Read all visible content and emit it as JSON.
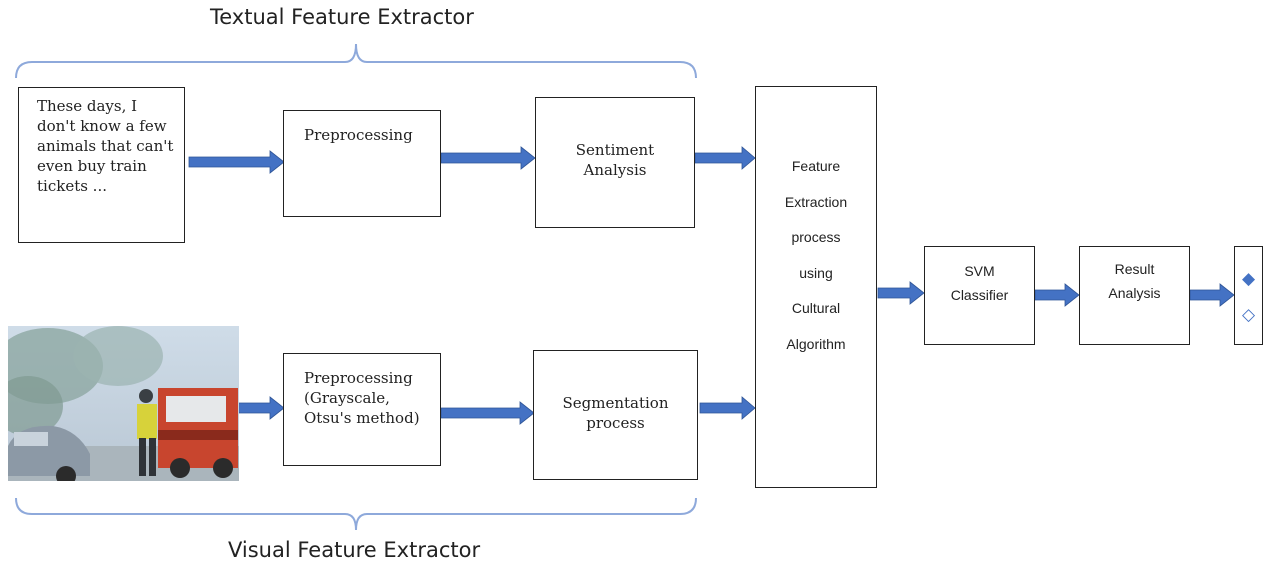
{
  "groups": {
    "textual": "Textual Feature Extractor",
    "visual": "Visual Feature Extractor"
  },
  "text_input": "These days, I don't know a few animals that can't even buy train tickets ...",
  "boxes": {
    "preprocessing_text": "Preprocessing",
    "sentiment": "Sentiment Analysis",
    "preprocessing_visual": "Preprocessing (Grayscale, Otsu's method)",
    "segmentation": "Segmentation process",
    "feature_extraction_lines": [
      "Feature",
      "Extraction",
      "process",
      "using",
      "Cultural",
      "Algorithm"
    ],
    "svm": "SVM Classifier",
    "result": "Result Analysis"
  },
  "output_symbols": [
    "◆",
    "◇"
  ],
  "colors": {
    "arrow": "#4472C4",
    "bracket": "#8EA9DB",
    "box_border": "#222222"
  }
}
